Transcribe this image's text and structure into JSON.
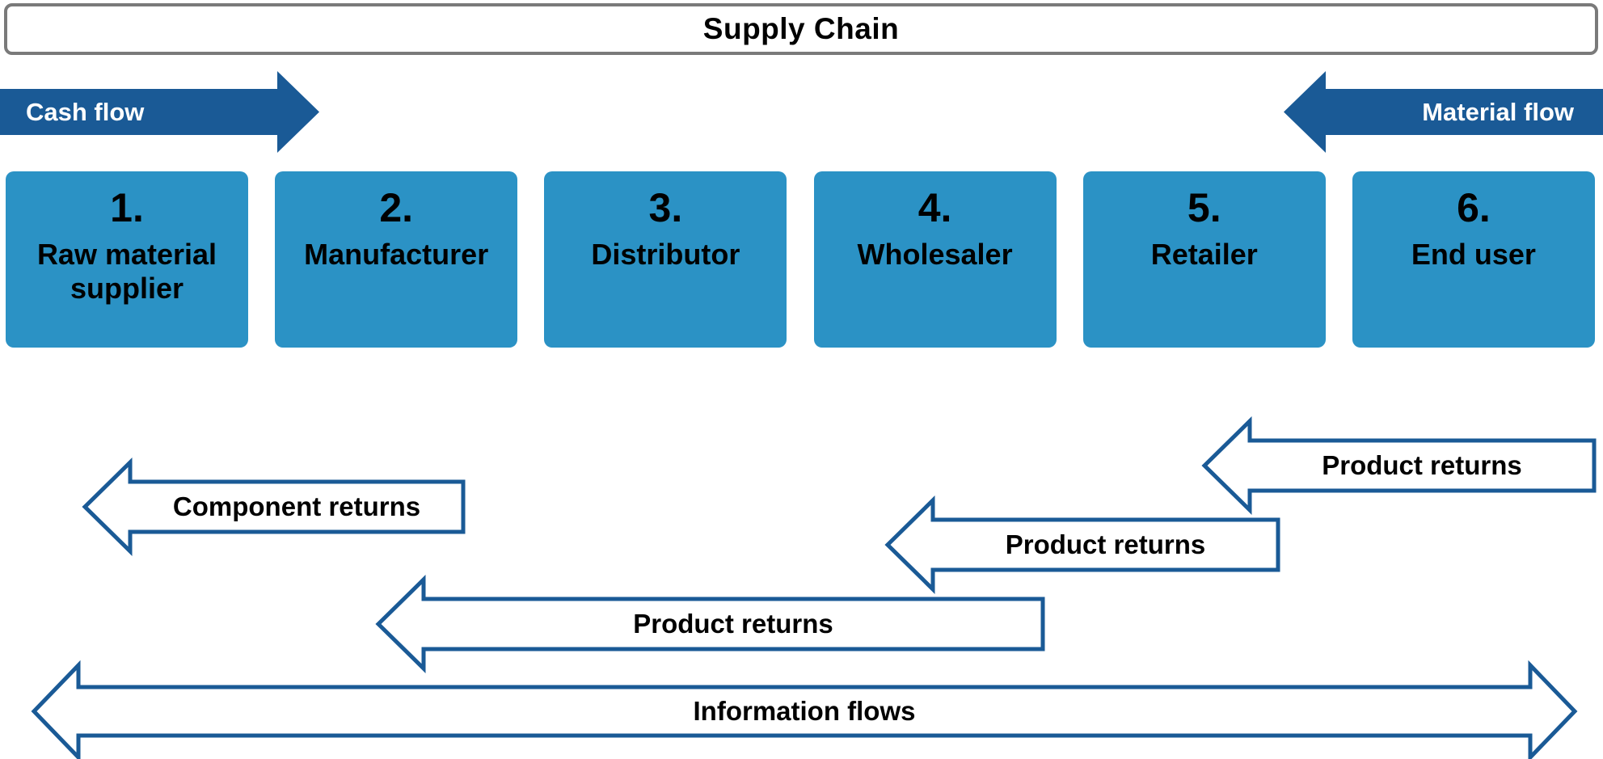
{
  "title": "Supply Chain",
  "colors": {
    "dark_blue_arrow": "#1a5a96",
    "box_blue": "#2b92c5",
    "title_border_gray": "#7a7a7a",
    "flow_label_white": "#ffffff",
    "text_black": "#000000"
  },
  "flow_arrows": {
    "cash": {
      "label": "Cash flow",
      "direction": "right"
    },
    "material": {
      "label": "Material flow",
      "direction": "left"
    }
  },
  "chain": {
    "nodes": [
      {
        "number": "1.",
        "label": "Raw material supplier"
      },
      {
        "number": "2.",
        "label": "Manufacturer"
      },
      {
        "number": "3.",
        "label": "Distributor"
      },
      {
        "number": "4.",
        "label": "Wholesaler"
      },
      {
        "number": "5.",
        "label": "Retailer"
      },
      {
        "number": "6.",
        "label": "End user"
      }
    ]
  },
  "return_arrows": [
    {
      "label": "Product returns",
      "direction": "left"
    },
    {
      "label": "Component returns",
      "direction": "left"
    },
    {
      "label": "Product returns",
      "direction": "left"
    },
    {
      "label": "Product returns",
      "direction": "left"
    }
  ],
  "information_flow": {
    "label": "Information flows",
    "direction": "both"
  }
}
